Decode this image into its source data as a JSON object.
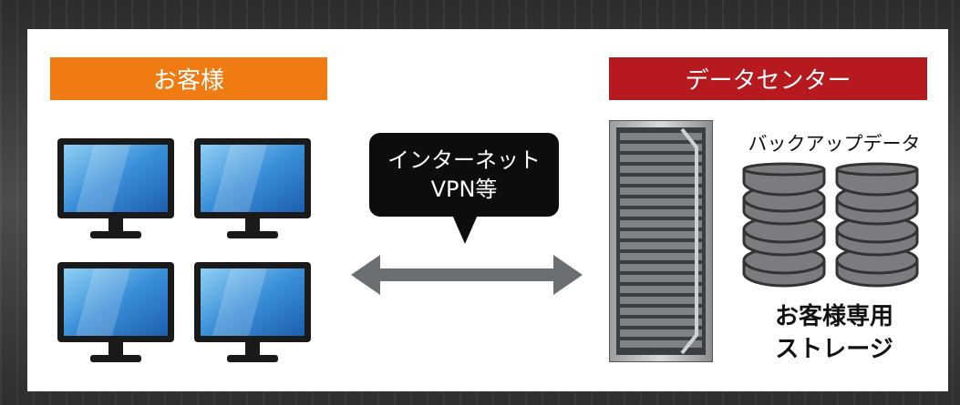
{
  "customer": {
    "label": "お客様"
  },
  "datacenter": {
    "label": "データセンター"
  },
  "connection": {
    "line1": "インターネット",
    "line2": "VPN等"
  },
  "backup": {
    "label": "バックアップデータ"
  },
  "storage": {
    "line1": "お客様専用",
    "line2": "ストレージ"
  },
  "colors": {
    "customer_banner": "#f07b12",
    "datacenter_banner": "#b61a1f",
    "arrow": "#6b6e72",
    "screen": "#3a8fd8"
  },
  "icons": [
    "monitor-icon",
    "server-rack-icon",
    "database-icon",
    "double-arrow-icon"
  ]
}
